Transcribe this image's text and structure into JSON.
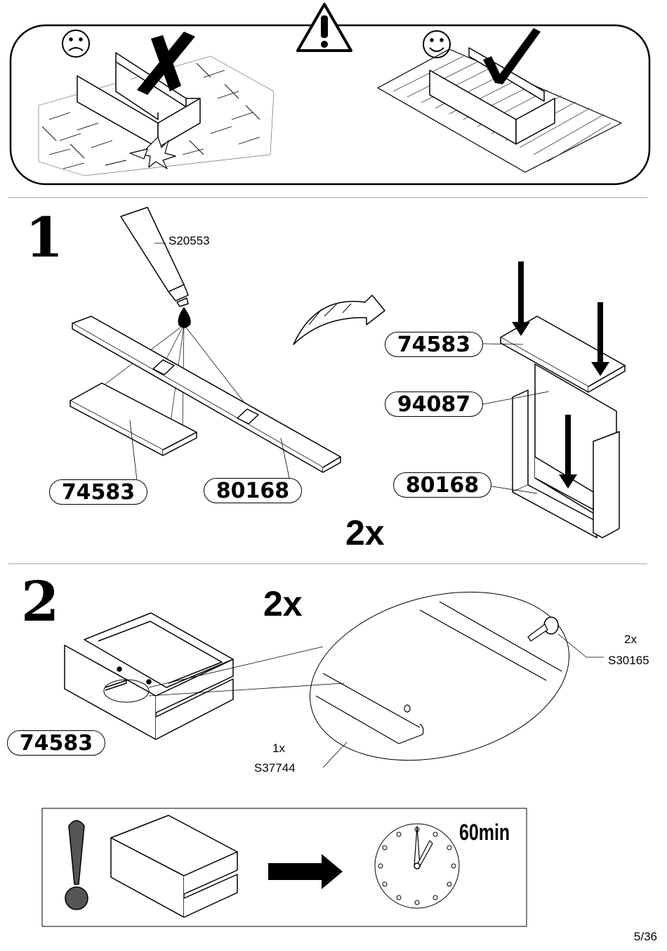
{
  "warning": {
    "bad_icon": "frowning-face-icon",
    "good_icon": "smiling-face-icon",
    "alert_icon": "warning-triangle-icon"
  },
  "step1": {
    "number": "1",
    "glue_code": "S20553",
    "parts_left": [
      "74583",
      "80168"
    ],
    "parts_right": [
      "74583",
      "94087",
      "80168"
    ],
    "multiplier": "2x"
  },
  "step2": {
    "number": "2",
    "multiplier": "2x",
    "part": "74583",
    "screw_qty": "2x",
    "screw_code": "S30165",
    "handle_qty": "1x",
    "handle_code": "S37744"
  },
  "drying": {
    "time": "60min",
    "icons": [
      "exclamation-icon",
      "drawer-icon",
      "arrow-right-icon",
      "clock-icon"
    ]
  },
  "page": "5/36"
}
